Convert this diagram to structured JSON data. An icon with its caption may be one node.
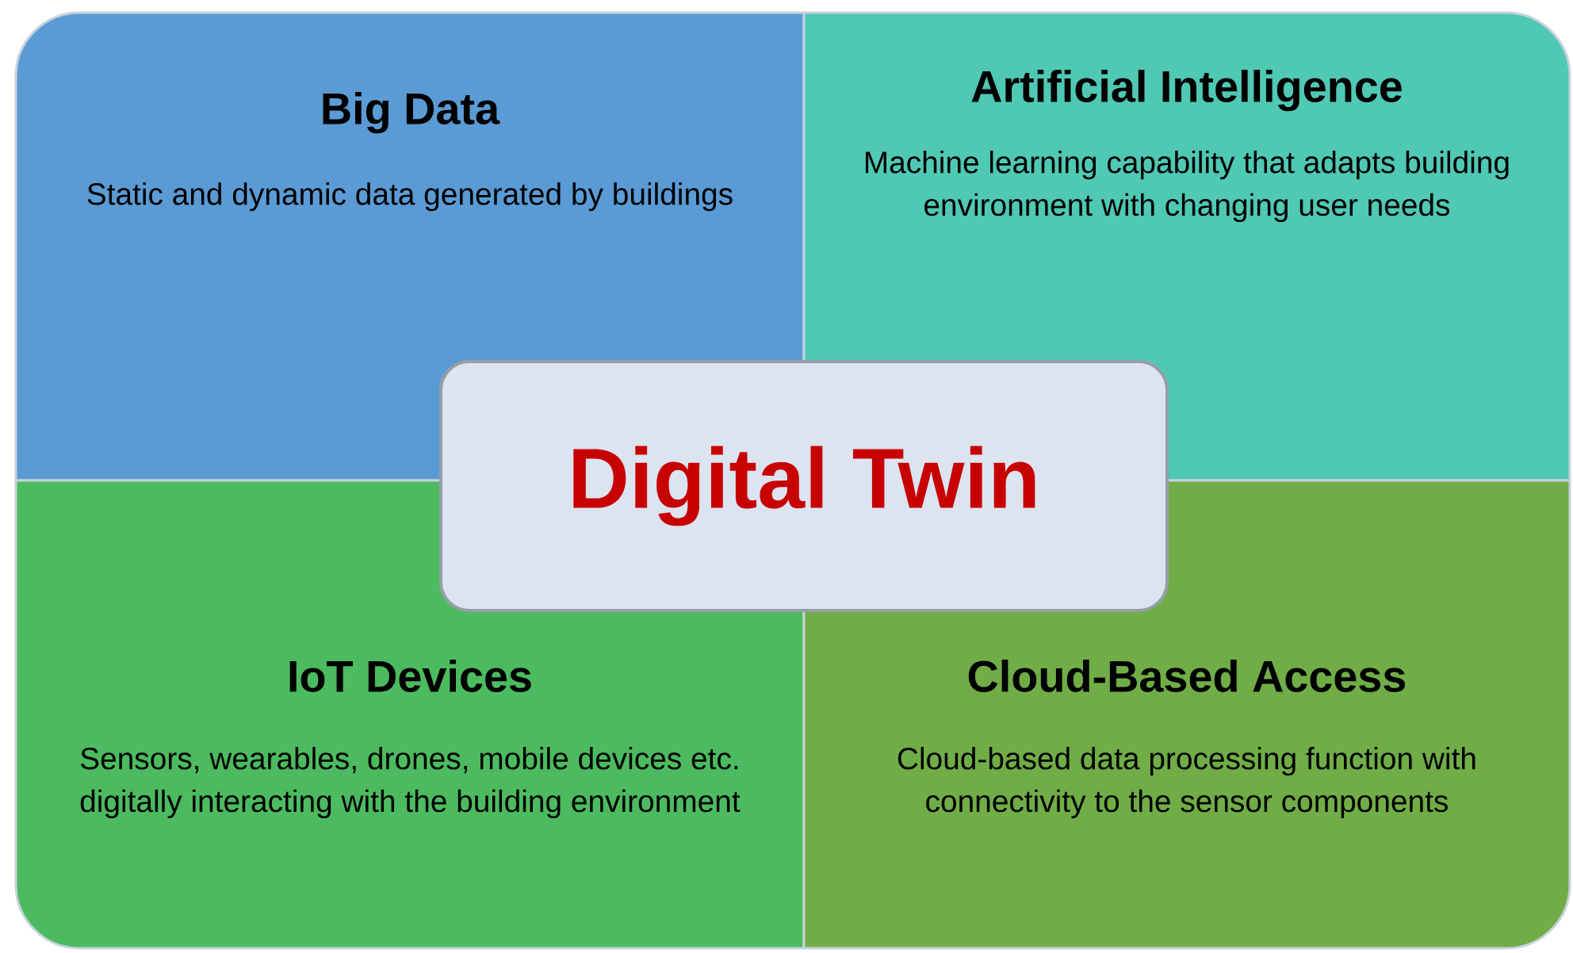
{
  "diagram": {
    "nodes": [
      {
        "text": [
          "Big Data",
          "Static and dynamic data generated by buildings"
        ]
      },
      {
        "text": [
          "Artificial Intelligence",
          "Machine learning capability that adapts building environment with changing user needs"
        ]
      },
      {
        "text": [
          "IoT Devices",
          "Sensors, wearables, drones, mobile devices etc. digitally interacting with the building environment"
        ]
      },
      {
        "text": [
          "Cloud-Based Access",
          "Cloud-based data processing function with connectivity to the sensor components"
        ]
      },
      {
        "text": [
          "Digital Twin"
        ]
      }
    ]
  }
}
